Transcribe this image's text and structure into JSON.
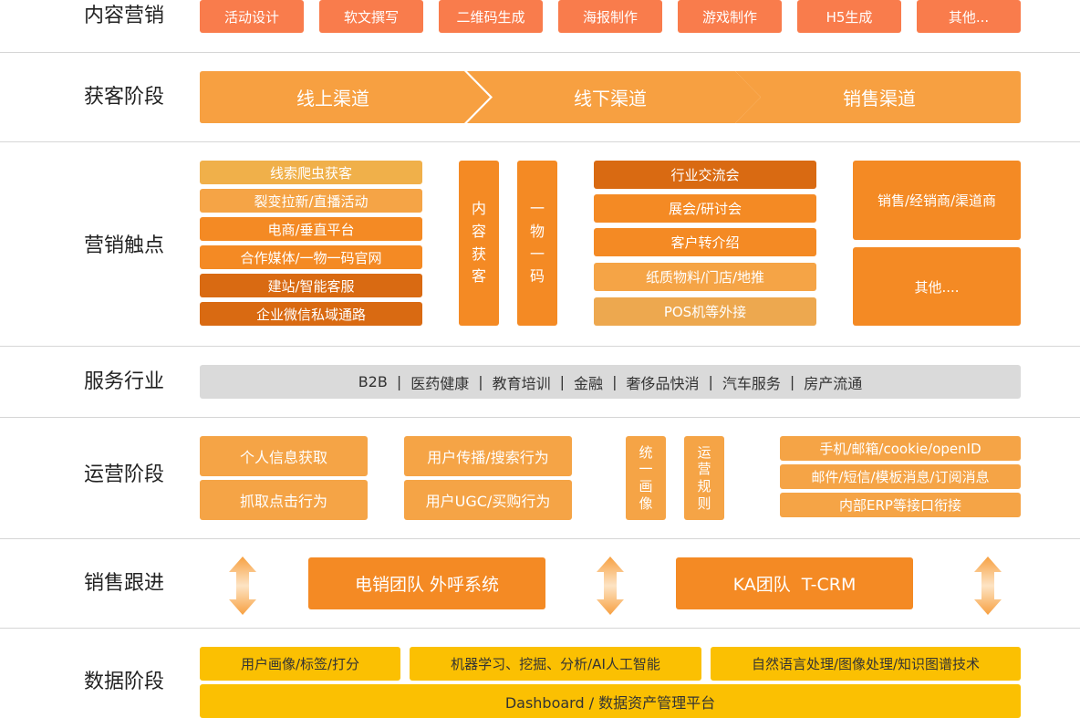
{
  "rows": {
    "content_marketing": {
      "label": "内容营销",
      "items": [
        "活动设计",
        "软文撰写",
        "二维码生成",
        "海报制作",
        "游戏制作",
        "H5生成",
        "其他..."
      ]
    },
    "acquisition": {
      "label": "获客阶段",
      "channels": [
        "线上渠道",
        "线下渠道",
        "销售渠道"
      ]
    },
    "touchpoints": {
      "label": "营销触点",
      "online_list": [
        "线索爬虫获客",
        "裂变拉新/直播活动",
        "电商/垂直平台",
        "合作媒体/一物一码官网",
        "建站/智能客服",
        "企业微信私域通路"
      ],
      "vertical_1": [
        "内",
        "容",
        "获",
        "客"
      ],
      "vertical_2": [
        "一",
        "物",
        "一",
        "码"
      ],
      "offline_list": [
        "行业交流会",
        "展会/研讨会",
        "客户转介绍",
        "纸质物料/门店/地推",
        "POS机等外接"
      ],
      "sales_box_1": "销售/经销商/渠道商",
      "sales_box_2": "其他...."
    },
    "industries": {
      "label": "服务行业",
      "items": [
        "B2B",
        "医药健康",
        "教育培训",
        "金融",
        "奢侈品快消",
        "汽车服务",
        "房产流通"
      ],
      "separator": "|"
    },
    "operations": {
      "label": "运营阶段",
      "left_col": [
        "个人信息获取",
        "抓取点击行为"
      ],
      "mid_col": [
        "用户传播/搜索行为",
        "用户UGC/买购行为"
      ],
      "vertical_1": [
        "统",
        "一",
        "画",
        "像"
      ],
      "vertical_2": [
        "运",
        "营",
        "规",
        "则"
      ],
      "right_list": [
        "手机/邮箱/cookie/openID",
        "邮件/短信/模板消息/订阅消息",
        "内部ERP等接口衔接"
      ]
    },
    "sales_followup": {
      "label": "销售跟进",
      "box_1": "电销团队 外呼系统",
      "box_2": "KA团队  T-CRM"
    },
    "data": {
      "label": "数据阶段",
      "top_items": [
        "用户画像/标签/打分",
        "机器学习、挖掘、分析/AI人工智能",
        "自然语言处理/图像处理/知识图谱技术"
      ],
      "platform": "Dashboard / 数据资产管理平台"
    }
  },
  "colors": {
    "coral": "#f97c4c",
    "orange": "#f48a24",
    "light_orange": "#f5a446",
    "dark_orange": "#d96a12",
    "gold": "#f0b04a",
    "gray": "#dadada",
    "yellow": "#fbc002"
  },
  "icons": {
    "up_down_arrow": "double-headed-vertical-arrow"
  }
}
